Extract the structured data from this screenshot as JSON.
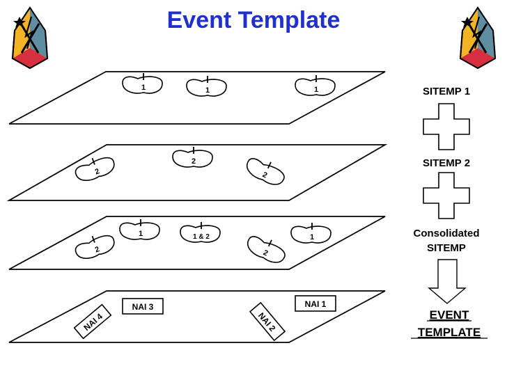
{
  "title": "Event Template",
  "colors": {
    "title": "#1f2fd0",
    "crest_yellow": "#f2b424",
    "crest_blue": "#5f8ea3",
    "crest_red": "#d63040",
    "outline": "#000000",
    "fill": "#ffffff"
  },
  "icons": [
    "left-unit-crest-icon",
    "right-unit-crest-icon",
    "plus-icon",
    "plus-icon",
    "down-arrow-icon"
  ],
  "layers": [
    {
      "name": "sitemp-1-layer",
      "units": [
        {
          "label": "1"
        },
        {
          "label": "1"
        },
        {
          "label": "1"
        }
      ]
    },
    {
      "name": "sitemp-2-layer",
      "units": [
        {
          "label": "2"
        },
        {
          "label": "2"
        },
        {
          "label": "2"
        }
      ]
    },
    {
      "name": "consolidated-sitemp-layer",
      "units": [
        {
          "label": "2"
        },
        {
          "label": "1"
        },
        {
          "label": "1 & 2"
        },
        {
          "label": "2"
        },
        {
          "label": "1"
        }
      ]
    },
    {
      "name": "event-template-layer",
      "nais": [
        {
          "label": "NAI 4"
        },
        {
          "label": "NAI 3"
        },
        {
          "label": "NAI 2"
        },
        {
          "label": "NAI 1"
        }
      ]
    }
  ],
  "sidebar": {
    "sitemp1": "SITEMP 1",
    "sitemp2": "SITEMP 2",
    "consolidated_line1": "Consolidated",
    "consolidated_line2": "SITEMP",
    "event_line1": "EVENT",
    "event_line2": "TEMPLATE"
  }
}
